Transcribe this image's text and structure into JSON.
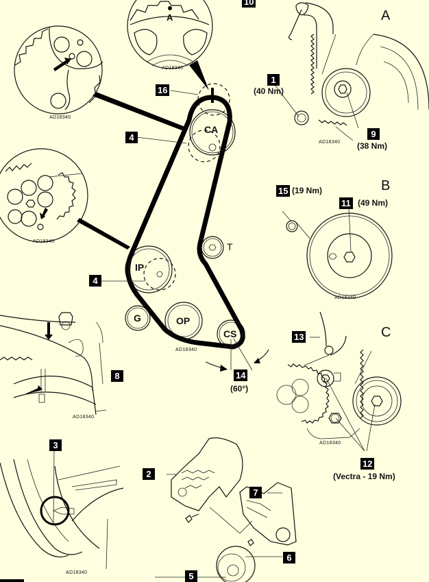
{
  "diagram": {
    "image_code": "AD18340",
    "background_color": "#ffffe0",
    "sections": [
      "A",
      "B",
      "C"
    ],
    "pulleys": {
      "camshaft": "CA",
      "injection_pump": "IP",
      "tensioner": "T",
      "guide": "G",
      "oil_pump": "OP",
      "crankshaft": "CS"
    },
    "detail_marks": {
      "timing_mark": "A"
    },
    "callouts": [
      {
        "id": "1",
        "torque": "(40 Nm)"
      },
      {
        "id": "2"
      },
      {
        "id": "3"
      },
      {
        "id": "4"
      },
      {
        "id": "4b",
        "number": "4"
      },
      {
        "id": "5"
      },
      {
        "id": "6"
      },
      {
        "id": "7"
      },
      {
        "id": "8"
      },
      {
        "id": "9",
        "torque": "(38 Nm)"
      },
      {
        "id": "10"
      },
      {
        "id": "11",
        "torque": "(49 Nm)"
      },
      {
        "id": "12",
        "torque": "(Vectra - 19 Nm)"
      },
      {
        "id": "13"
      },
      {
        "id": "14",
        "angle": "(60°)"
      },
      {
        "id": "15",
        "torque": "(19 Nm)"
      },
      {
        "id": "16"
      }
    ]
  }
}
